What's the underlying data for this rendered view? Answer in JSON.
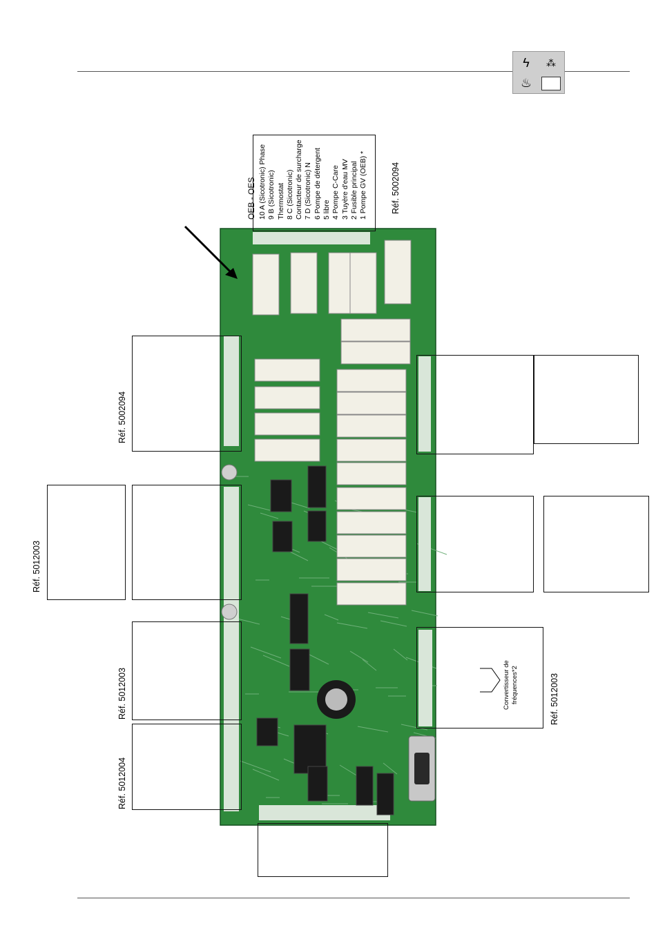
{
  "legend": {
    "title": "OEB - OES",
    "lines": [
      "10 A (Sicotronic) Phase",
      "9 B (Sicotronic)",
      "Thermostat",
      "8 C (Sicotronic)",
      "Contacteur de surcharge",
      "7 D (Sicotronic) N",
      "6 Pompe de détergent",
      "5 libre",
      "4 Pompe C-Care",
      "3 Tuyère d'eau MV",
      "2 Fusible principal",
      "1 Pompe GV (OEB) *"
    ]
  },
  "references": {
    "top_right": "Réf. 5002094",
    "left_upper": "Réf. 5002094",
    "far_left": "Réf. 5012003",
    "left_lower": "Réf. 5012003",
    "left_bottom": "Réf. 5012004",
    "right_lower": "Réf. 5012003"
  },
  "frequency_converter": {
    "line1": "Convertisseur de",
    "line2": "fréquences*2"
  },
  "logo_icons": [
    "lightning-icon",
    "spray-icon",
    "flame-icon",
    "panel-icon"
  ],
  "colors": {
    "pcb_green": "#2f8a3c",
    "pcb_dark": "#1f6a2c",
    "relay_body": "#f2f0e6",
    "connector": "#d9e6d9"
  }
}
